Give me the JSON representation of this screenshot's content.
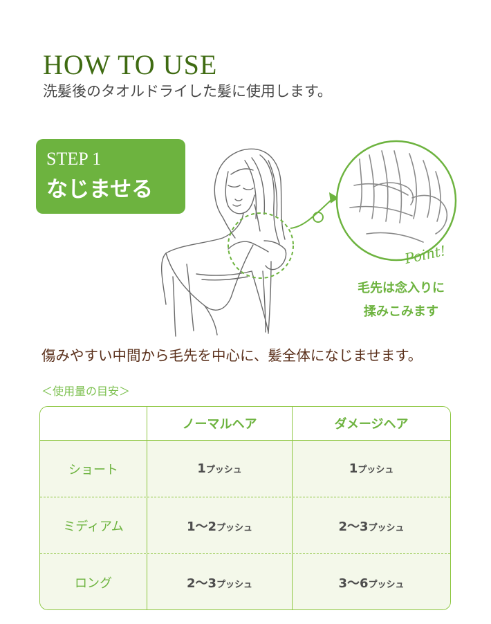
{
  "header": {
    "title": "HOW TO USE",
    "subtitle": "洗髪後のタオルドライした髪に使用します。"
  },
  "step": {
    "label": "STEP 1",
    "title": "なじませる"
  },
  "point": {
    "word": "Point!",
    "note_line1": "毛先は念入りに",
    "note_line2": "揉みこみます"
  },
  "description": "傷みやすい中間から毛先を中心に、髪全体になじませます。",
  "usage": {
    "caption": "＜使用量の目安＞",
    "columns": [
      "",
      "ノーマルヘア",
      "ダメージヘア"
    ],
    "unit": "プッシュ",
    "rows": [
      {
        "label": "ショート",
        "normal": "1",
        "damage": "1"
      },
      {
        "label": "ミディアム",
        "normal": "1〜2",
        "damage": "2〜3"
      },
      {
        "label": "ロング",
        "normal": "2〜3",
        "damage": "3〜6"
      }
    ]
  },
  "colors": {
    "accent_green": "#6db33f",
    "title_green": "#3f6b12",
    "description_brown": "#5a2f1a",
    "table_fill": "#f4f8ea"
  },
  "icons": {
    "illustration": "woman-applying-hair-product-illustration",
    "zoom": "hands-scrunching-hair-closeup"
  }
}
